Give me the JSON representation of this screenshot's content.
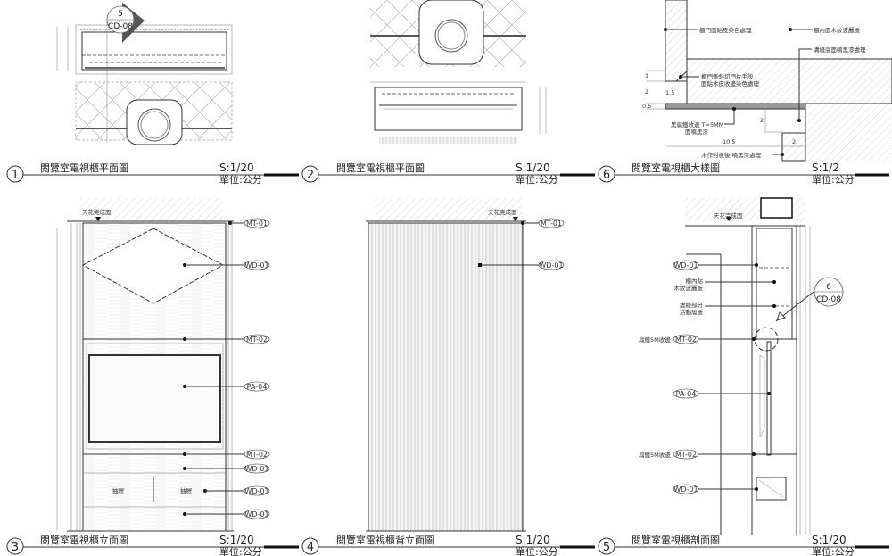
{
  "panels": [
    {
      "num": "1",
      "title": "閱覽室電視櫃平面圖",
      "scale": "S:1/20",
      "unit": "單位:公分"
    },
    {
      "num": "2",
      "title": "閱覽室電視櫃平面圖",
      "scale": "S:1/20",
      "unit": "單位:公分"
    },
    {
      "num": "6",
      "title": "閱覽室電視櫃大樣圖",
      "scale": "S:1/2",
      "unit": "單位:公分"
    },
    {
      "num": "3",
      "title": "閱覽室電視櫃立面圖",
      "scale": "S:1/20",
      "unit": "單位:公分"
    },
    {
      "num": "4",
      "title": "閱覽室電視櫃背立面圖",
      "scale": "S:1/20",
      "unit": "單位:公分"
    },
    {
      "num": "5",
      "title": "閱覽室電視櫃剖面圖",
      "scale": "S:1/20",
      "unit": "單位:公分"
    }
  ],
  "section_marker": {
    "num": "5",
    "sheet": "CD-08"
  },
  "detail_marker": {
    "num": "6",
    "sheet": "CD-08"
  },
  "ceiling_label": "天花完成面",
  "elevation": {
    "tags": [
      "MT-01",
      "WD-01",
      "MT-02",
      "PA-04",
      "MT-02",
      "WD-01",
      "WD-01",
      "WD-01"
    ],
    "drawer_left": "抽屜",
    "drawer_right": "抽屜"
  },
  "back_elevation": {
    "tags": [
      "MT-01",
      "WD-01"
    ]
  },
  "section": {
    "tags": [
      "WD-01",
      "MT-02",
      "PA-04",
      "MT-02",
      "WD-01"
    ],
    "note_lining": [
      "櫃內貼",
      "木紋波麗板"
    ],
    "note_shelf": [
      "虛線部分",
      "活動層板"
    ],
    "note_flatbar": "扁鐵5M收邊"
  },
  "detail": {
    "notes": {
      "door_face": "櫃門面貼皮染色處理",
      "inner_face": "櫃內面木紋波麗板",
      "groove": "溝縫底面噴黑漆處理",
      "door_edge_1": "櫃門側斜切門片手設",
      "door_edge_2": "面貼木皮收邊染色處理",
      "flatbar_1": "黑扁鐵收邊 T=5MM",
      "flatbar_2": "面噴黑漆",
      "board": "木作封板後 噴黑漆處理"
    },
    "dims": [
      "1",
      "2",
      "0.5",
      "1.5",
      "10.5",
      "2",
      "2"
    ]
  }
}
